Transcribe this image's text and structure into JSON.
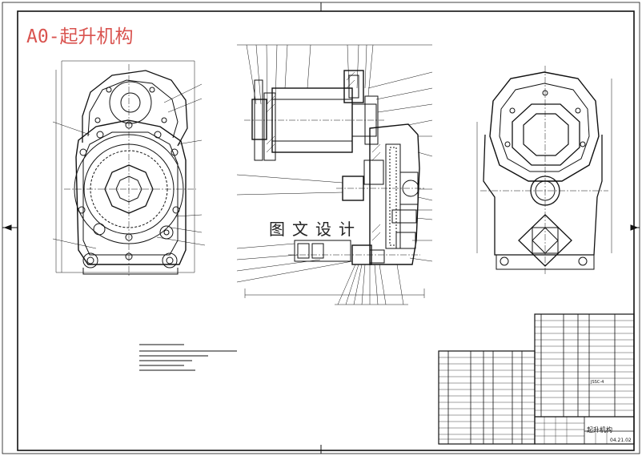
{
  "drawing": {
    "title": "A0-起升机构",
    "watermark": "图文设计",
    "title_block": {
      "drawing_name": "起升机构",
      "date": "04.21.02",
      "code": "JSSC-4"
    }
  },
  "colors": {
    "title": "#d9534f",
    "lines": "#111111",
    "background": "#ffffff"
  }
}
